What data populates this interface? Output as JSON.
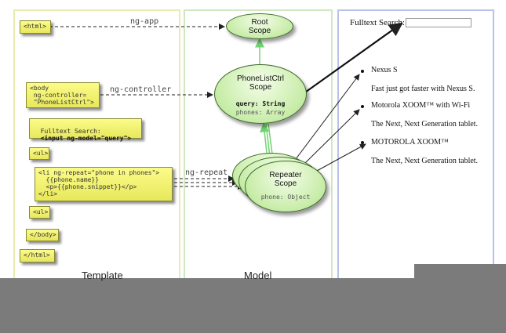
{
  "template": {
    "html_open": "<html>",
    "body_open": "<body\n ng-controller=\n \"PhoneListCtrl\">",
    "search_line1": "Fulltext Search:",
    "search_line2": "  <input ng-model=\"query\">",
    "ul_open": "<ul>",
    "li_line1": "<li ng-repeat=\"phone in phones\">",
    "li_line2": "  {{phone.name}}",
    "li_line3": "  <p>{{phone.snippet}}</p>",
    "li_line4": "</li>",
    "ul_close": "<ul>",
    "body_close": "</body>",
    "html_close": "</html>",
    "caption": "Template"
  },
  "model": {
    "root_scope": "Root\nScope",
    "ctrl_scope": "PhoneListCtrl\nScope",
    "ctrl_prop1": "query: String",
    "ctrl_prop2": "phones: Array",
    "repeater_scope": "Repeater\nScope",
    "repeater_prop": "phone: Object",
    "caption": "Model"
  },
  "connectors": {
    "ng_app": "ng-app",
    "ng_controller": "ng-controller",
    "ng_repeat": "ng-repeat"
  },
  "view": {
    "search_label": "Fulltext Search:",
    "items": [
      {
        "name": "Nexus S",
        "snippet": "Fast just got faster with Nexus S."
      },
      {
        "name": "Motorola XOOM™ with Wi-Fi",
        "snippet": "The Next, Next Generation tablet."
      },
      {
        "name": "MOTOROLA XOOM™",
        "snippet": "The Next, Next Generation tablet."
      }
    ]
  }
}
